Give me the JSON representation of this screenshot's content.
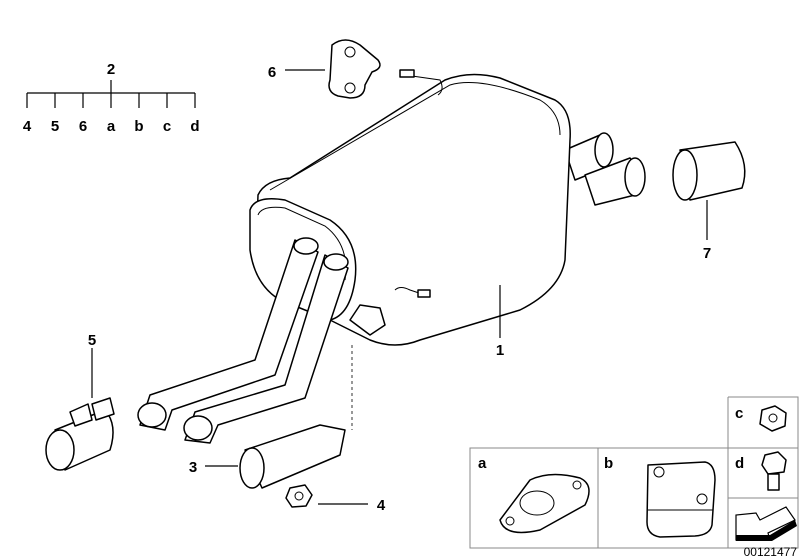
{
  "tree": {
    "root": "2",
    "children": [
      "4",
      "5",
      "6",
      "a",
      "b",
      "c",
      "d"
    ]
  },
  "callouts": {
    "p1": "1",
    "p3": "3",
    "p4": "4",
    "p5": "5",
    "p6": "6",
    "p7": "7"
  },
  "inset": {
    "a": "a",
    "b": "b",
    "c": "c",
    "d": "d"
  },
  "diagram_code": "00121477"
}
